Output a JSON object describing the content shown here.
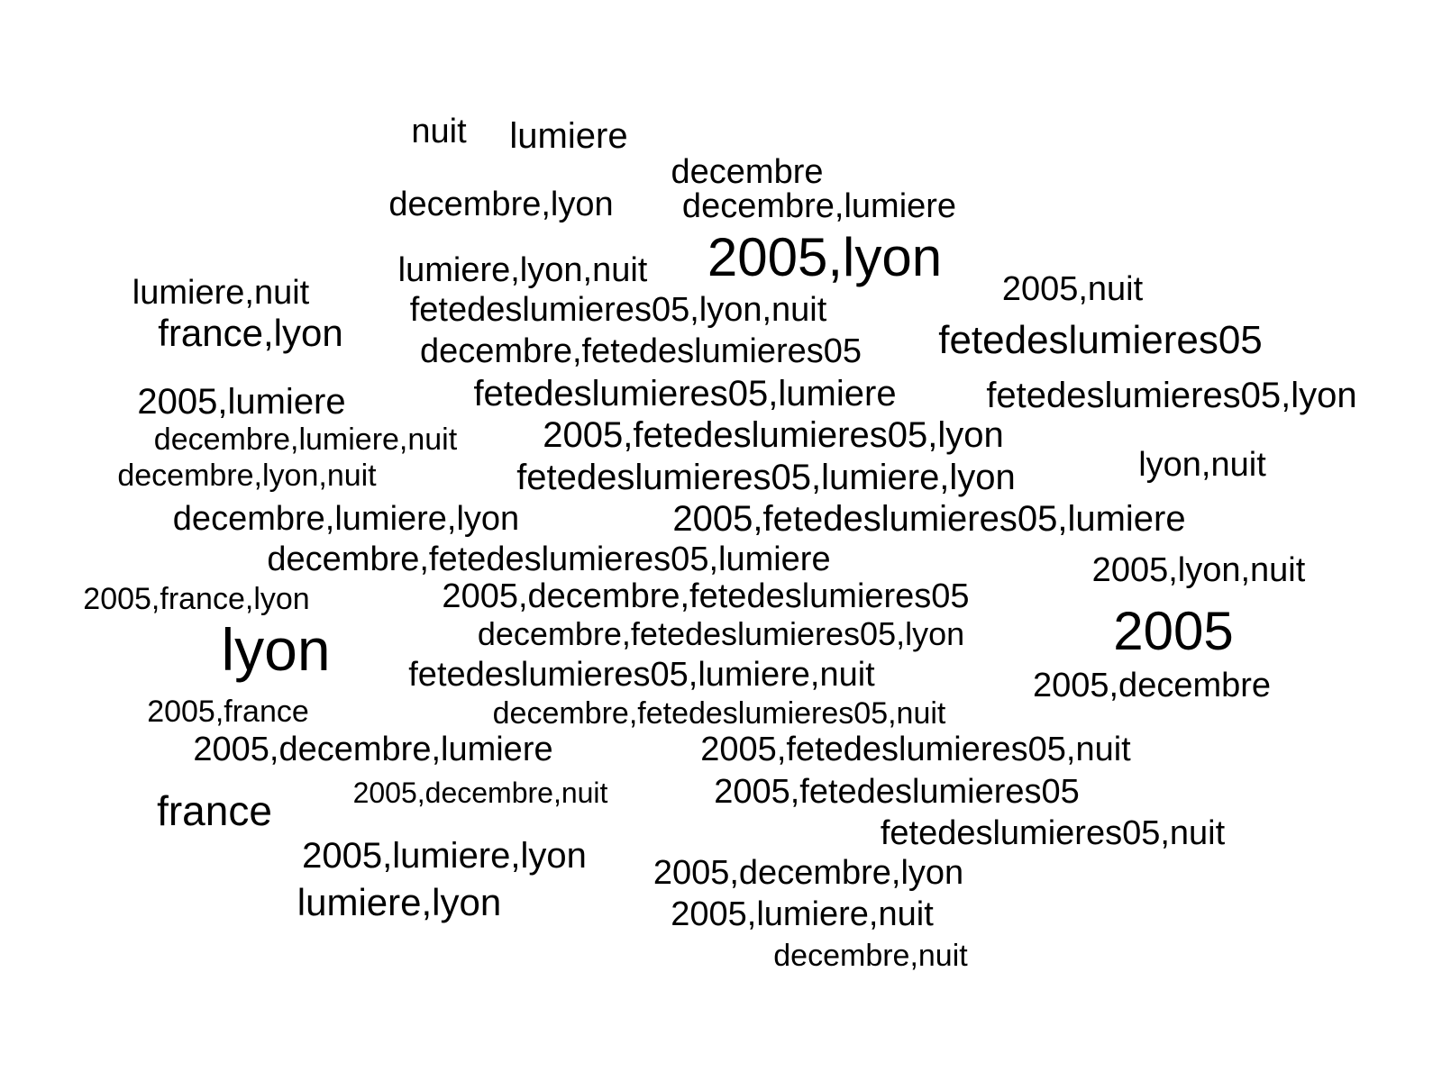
{
  "words": [
    {
      "text": "nuit",
      "weight": 2
    },
    {
      "text": "lumiere",
      "weight": 3
    },
    {
      "text": "decembre",
      "weight": 2
    },
    {
      "text": "decembre,lyon",
      "weight": 2
    },
    {
      "text": "decembre,lumiere",
      "weight": 2
    },
    {
      "text": "2005,lyon",
      "weight": 5
    },
    {
      "text": "lumiere,lyon,nuit",
      "weight": 2
    },
    {
      "text": "lumiere,nuit",
      "weight": 2
    },
    {
      "text": "2005,nuit",
      "weight": 2
    },
    {
      "text": "fetedeslumieres05,lyon,nuit",
      "weight": 2
    },
    {
      "text": "france,lyon",
      "weight": 3
    },
    {
      "text": "fetedeslumieres05",
      "weight": 3
    },
    {
      "text": "decembre,fetedeslumieres05",
      "weight": 2
    },
    {
      "text": "fetedeslumieres05,lumiere",
      "weight": 2
    },
    {
      "text": "2005,lumiere",
      "weight": 2
    },
    {
      "text": "fetedeslumieres05,lyon",
      "weight": 2
    },
    {
      "text": "2005,fetedeslumieres05,lyon",
      "weight": 2
    },
    {
      "text": "decembre,lumiere,nuit",
      "weight": 1
    },
    {
      "text": "lyon,nuit",
      "weight": 2
    },
    {
      "text": "fetedeslumieres05,lumiere,lyon",
      "weight": 2
    },
    {
      "text": "decembre,lyon,nuit",
      "weight": 1
    },
    {
      "text": "decembre,lumiere,lyon",
      "weight": 2
    },
    {
      "text": "2005,fetedeslumieres05,lumiere",
      "weight": 2
    },
    {
      "text": "decembre,fetedeslumieres05,lumiere",
      "weight": 2
    },
    {
      "text": "2005,lyon,nuit",
      "weight": 2
    },
    {
      "text": "2005,france,lyon",
      "weight": 1
    },
    {
      "text": "2005,decembre,fetedeslumieres05",
      "weight": 2
    },
    {
      "text": "lyon",
      "weight": 6
    },
    {
      "text": "decembre,fetedeslumieres05,lyon",
      "weight": 2
    },
    {
      "text": "2005",
      "weight": 5
    },
    {
      "text": "fetedeslumieres05,lumiere,nuit",
      "weight": 2
    },
    {
      "text": "2005,decembre",
      "weight": 2
    },
    {
      "text": "2005,france",
      "weight": 1
    },
    {
      "text": "decembre,fetedeslumieres05,nuit",
      "weight": 1
    },
    {
      "text": "2005,decembre,lumiere",
      "weight": 2
    },
    {
      "text": "2005,fetedeslumieres05,nuit",
      "weight": 2
    },
    {
      "text": "2005,decembre,nuit",
      "weight": 1
    },
    {
      "text": "2005,fetedeslumieres05",
      "weight": 2
    },
    {
      "text": "france",
      "weight": 3
    },
    {
      "text": "fetedeslumieres05,nuit",
      "weight": 2
    },
    {
      "text": "2005,lumiere,lyon",
      "weight": 2
    },
    {
      "text": "2005,decembre,lyon",
      "weight": 2
    },
    {
      "text": "lumiere,lyon",
      "weight": 2
    },
    {
      "text": "2005,lumiere,nuit",
      "weight": 2
    },
    {
      "text": "decembre,nuit",
      "weight": 1
    }
  ]
}
